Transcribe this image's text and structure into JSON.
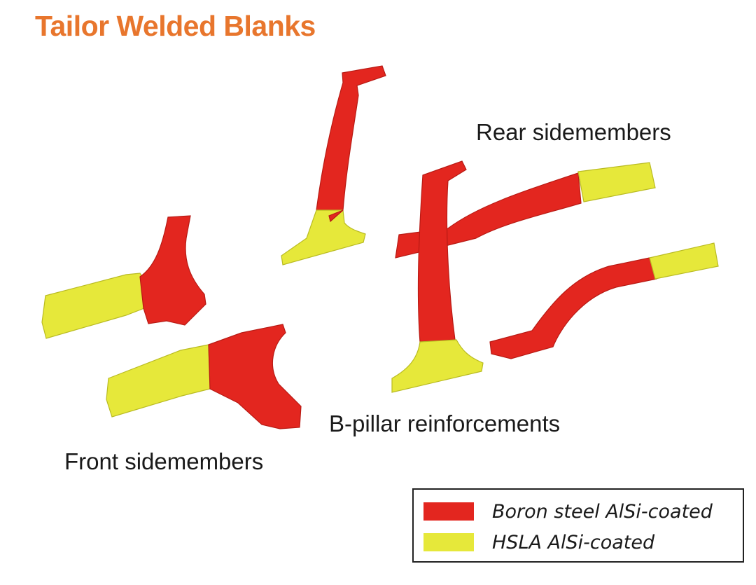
{
  "title": "Tailor Welded Blanks",
  "labels": {
    "rear": "Rear sidemembers",
    "bpillar": "B-pillar reinforcements",
    "front": "Front sidemembers"
  },
  "legend": {
    "items": [
      {
        "label": "Boron steel AlSi-coated",
        "color": "#e3261f"
      },
      {
        "label": "HSLA AlSi-coated",
        "color": "#e6e83a"
      }
    ]
  },
  "colors": {
    "title": "#e8762d",
    "boron": "#e3261f",
    "hsla": "#e6e83a"
  }
}
